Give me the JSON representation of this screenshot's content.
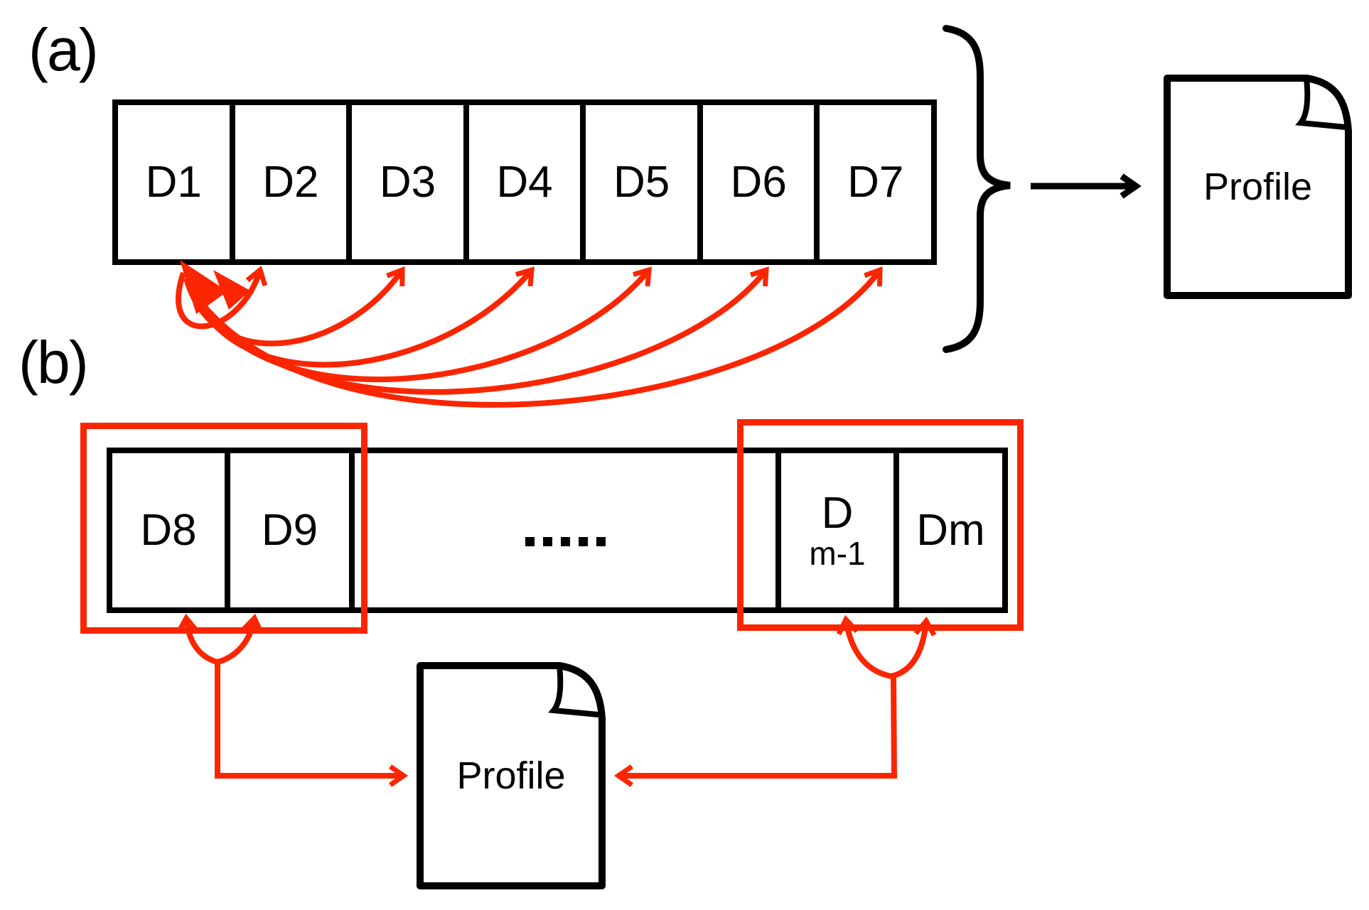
{
  "figure": {
    "colors": {
      "highlight": "#fb2500",
      "ink": "#000000",
      "background": "#ffffff"
    },
    "section_a": {
      "label": "(a)",
      "documents": [
        "D1",
        "D2",
        "D3",
        "D4",
        "D5",
        "D6",
        "D7"
      ],
      "profile_label": "Profile"
    },
    "section_b": {
      "label": "(b)",
      "first_docs": [
        "D8",
        "D9"
      ],
      "ellipsis": ".....",
      "ellipsis_dot_count": 5,
      "second_last_doc_line1": "D",
      "second_last_doc_line2": "m-1",
      "last_doc": "Dm",
      "profile_label": "Profile"
    }
  }
}
